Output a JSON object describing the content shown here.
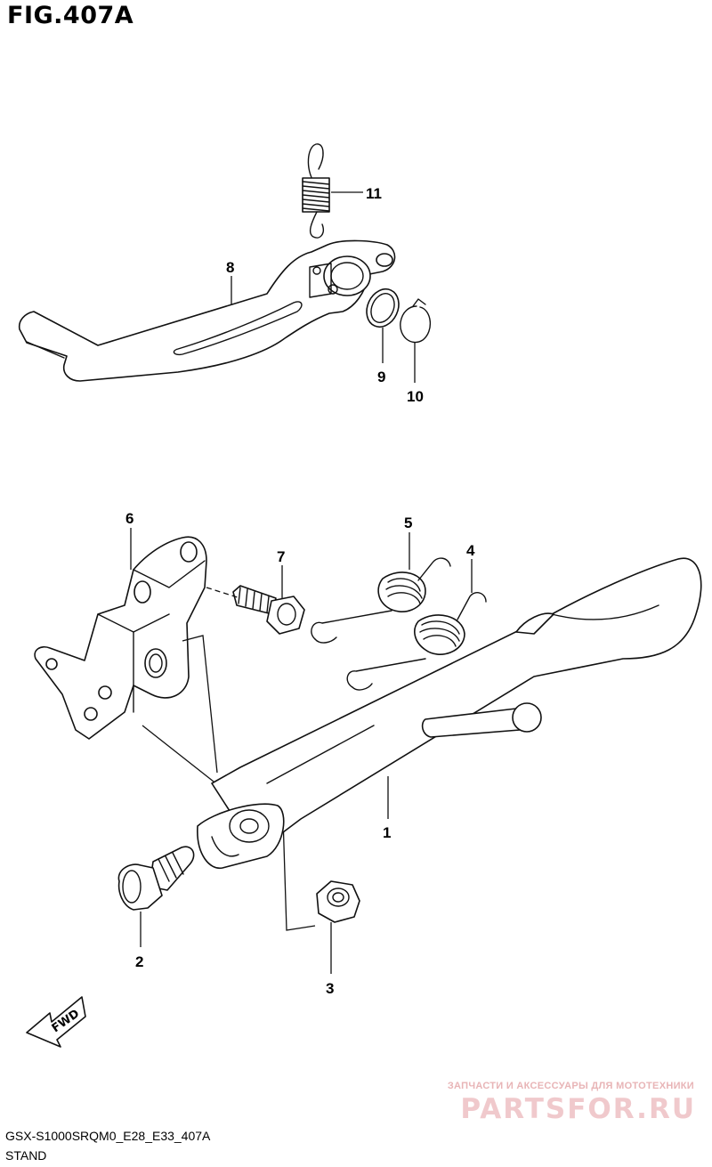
{
  "figure": {
    "title": "FIG.407A"
  },
  "callouts": {
    "c1": "1",
    "c2": "2",
    "c3": "3",
    "c4": "4",
    "c5": "5",
    "c6": "6",
    "c7": "7",
    "c8": "8",
    "c9": "9",
    "c10": "10",
    "c11": "11"
  },
  "direction_badge": {
    "label": "FWD"
  },
  "watermark": {
    "tagline": "ЗАПЧАСТИ И АКСЕССУАРЫ ДЛЯ МОТОТЕХНИКИ",
    "brand": "PARTSFOR.RU"
  },
  "footer": {
    "code": "GSX-S1000SRQM0_E28_E33_407A",
    "section": "STAND"
  }
}
